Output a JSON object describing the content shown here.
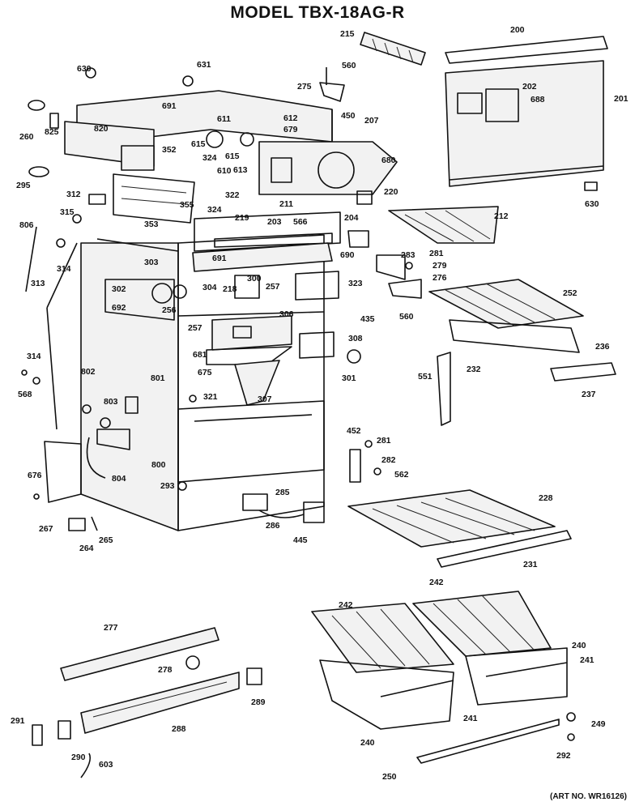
{
  "title": "MODEL TBX-18AG-R",
  "art_number": "(ART NO. WR16126)",
  "labels": {
    "l215": "215",
    "l200": "200",
    "l630a": "630",
    "l631": "631",
    "l560a": "560",
    "l275": "275",
    "l450": "450",
    "l202": "202",
    "l688": "688",
    "l201": "201",
    "l691a": "691",
    "l611": "611",
    "l612": "612",
    "l679": "679",
    "l207": "207",
    "l260": "260",
    "l825": "825",
    "l820": "820",
    "l615a": "615",
    "l615b": "615",
    "l352": "352",
    "l324a": "324",
    "l610": "610",
    "l613": "613",
    "l680": "680",
    "l295": "295",
    "l322": "322",
    "l211": "211",
    "l220": "220",
    "l630b": "630",
    "l312": "312",
    "l355": "355",
    "l353": "353",
    "l324b": "324",
    "l219": "219",
    "l566": "566",
    "l204": "204",
    "l212": "212",
    "l315": "315",
    "l806": "806",
    "l203": "203",
    "l314a": "314",
    "l303": "303",
    "l691b": "691",
    "l690": "690",
    "l283": "283",
    "l281a": "281",
    "l279": "279",
    "l313": "313",
    "l302": "302",
    "l304": "304",
    "l218": "218",
    "l300": "300",
    "l257a": "257",
    "l323": "323",
    "l276": "276",
    "l252": "252",
    "l692": "692",
    "l256": "256",
    "l306": "306",
    "l435": "435",
    "l560b": "560",
    "l257b": "257",
    "l308": "308",
    "l236": "236",
    "l681": "681",
    "l314b": "314",
    "l675": "675",
    "l301": "301",
    "l551": "551",
    "l232": "232",
    "l568": "568",
    "l802": "802",
    "l801": "801",
    "l307": "307",
    "l237": "237",
    "l803": "803",
    "l321": "321",
    "l452": "452",
    "l281b": "281",
    "l800": "800",
    "l282": "282",
    "l562": "562",
    "l676": "676",
    "l804": "804",
    "l293": "293",
    "l285": "285",
    "l228": "228",
    "l267": "267",
    "l265": "265",
    "l286": "286",
    "l445": "445",
    "l231": "231",
    "l264": "264",
    "l242a": "242",
    "l242b": "242",
    "l277": "277",
    "l240a": "240",
    "l241a": "241",
    "l278": "278",
    "l289": "289",
    "l288": "288",
    "l241b": "241",
    "l249": "249",
    "l291": "291",
    "l290": "290",
    "l240b": "240",
    "l292": "292",
    "l603": "603",
    "l250": "250"
  }
}
